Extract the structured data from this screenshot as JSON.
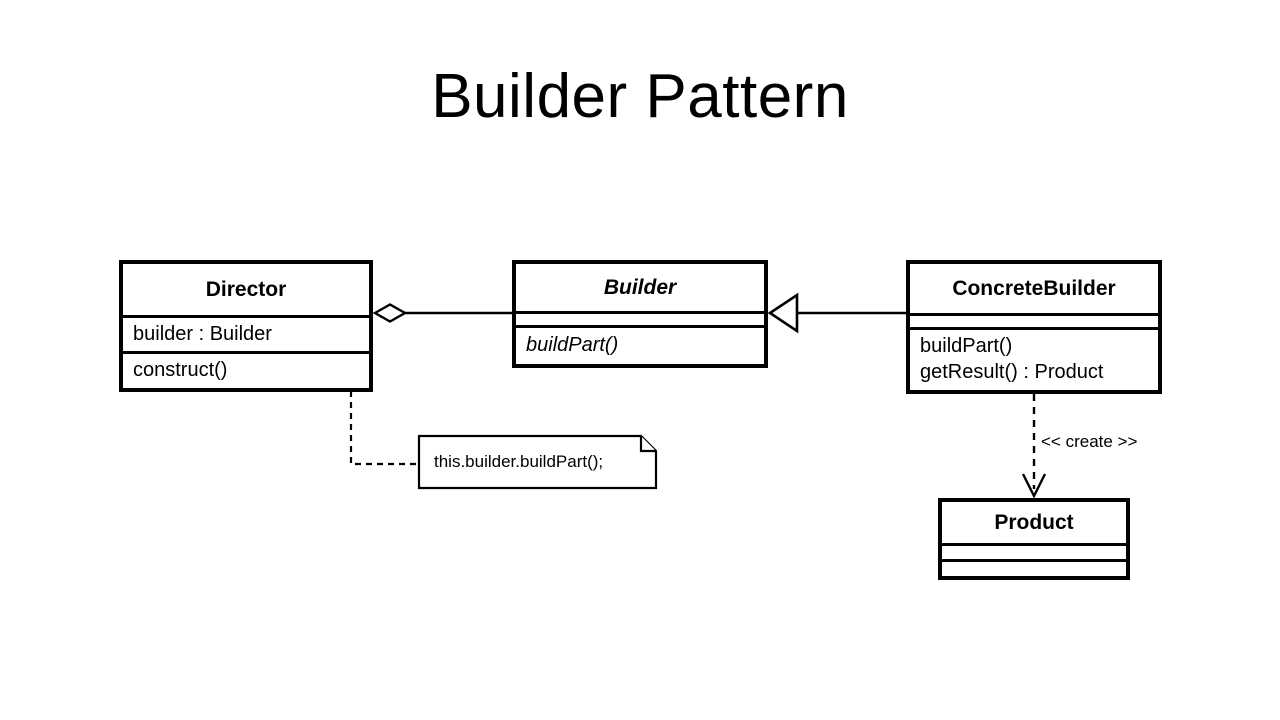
{
  "slide": {
    "title": "Builder Pattern",
    "background_color": "#ffffff",
    "line_color": "#000000"
  },
  "diagram": {
    "type": "uml-class-diagram",
    "pattern": "Builder",
    "classes": [
      {
        "id": "director",
        "name": "Director",
        "abstract": false,
        "attributes": [
          "builder : Builder"
        ],
        "operations": [
          "construct()"
        ]
      },
      {
        "id": "builder",
        "name": "Builder",
        "abstract": true,
        "attributes": [],
        "operations": [
          "buildPart()"
        ]
      },
      {
        "id": "concretebuilder",
        "name": "ConcreteBuilder",
        "abstract": false,
        "attributes": [],
        "operations": [
          "buildPart()",
          "getResult() : Product"
        ]
      },
      {
        "id": "product",
        "name": "Product",
        "abstract": false,
        "attributes": [],
        "operations": []
      }
    ],
    "relationships": [
      {
        "id": "director-builder",
        "type": "aggregation",
        "from": "director",
        "to": "builder",
        "label": ""
      },
      {
        "id": "concretebuilder-builder",
        "type": "generalization",
        "from": "concretebuilder",
        "to": "builder",
        "label": ""
      },
      {
        "id": "concretebuilder-product",
        "type": "dependency",
        "from": "concretebuilder",
        "to": "product",
        "label": "<< create >>"
      },
      {
        "id": "director-note",
        "type": "note-anchor",
        "from": "director.construct()",
        "to": "note",
        "label": ""
      }
    ],
    "note": {
      "id": "note",
      "text": "this.builder.buildPart();"
    }
  }
}
